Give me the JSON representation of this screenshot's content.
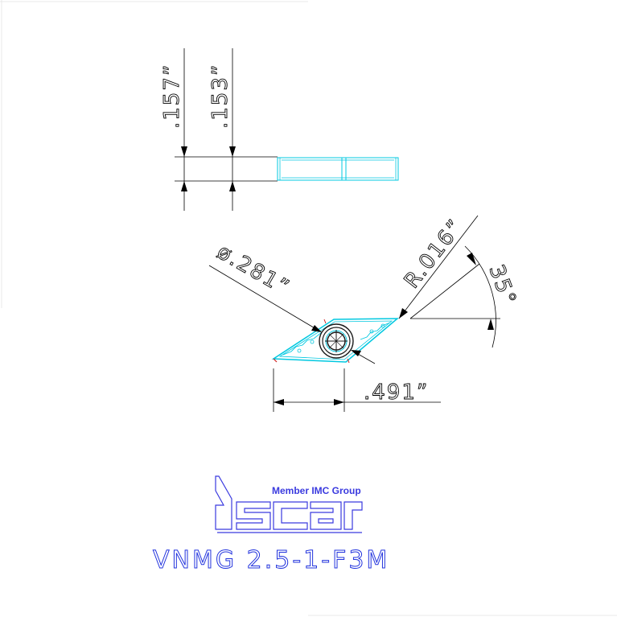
{
  "dimensions": {
    "thickness_outer": ".157”",
    "thickness_inner": ".153”",
    "hole_diameter": "ø.281”",
    "corner_radius": "R.016”",
    "included_angle": "35°",
    "inscribed_length": ".491”"
  },
  "logo": {
    "tagline": "Member IMC Group",
    "brand": "ISCAR"
  },
  "part_code": "VNMG 2.5-1-F3M",
  "colors": {
    "background": "#ffffff",
    "dimension_lines": "#000000",
    "insert_outline": "#00c8e0",
    "hole_outline": "#1a1a1a",
    "center_mark": "#cc2222",
    "logo_blue": "#3a3adf",
    "part_code_blue": "#2233dd"
  }
}
